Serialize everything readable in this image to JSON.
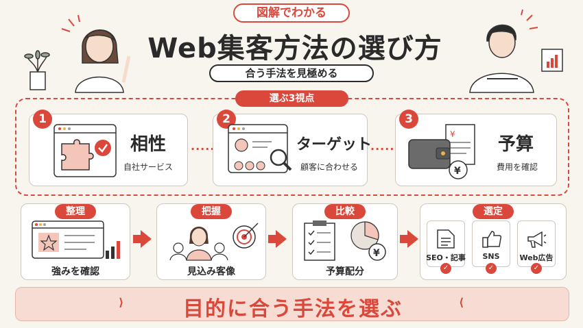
{
  "header": {
    "badge": "図解でわかる",
    "title": "Web集客方法の選び方",
    "subtitle": "合う手法を見極める",
    "viewpoints_label": "選ぶ3視点"
  },
  "viewpoints": [
    {
      "num": "1",
      "title": "相性",
      "sub": "自社サービス"
    },
    {
      "num": "2",
      "title": "ターゲット",
      "sub": "顧客に合わせる"
    },
    {
      "num": "3",
      "title": "予算",
      "sub": "費用を確認"
    }
  ],
  "steps": [
    {
      "label": "整理",
      "caption": "強みを確認"
    },
    {
      "label": "把握",
      "caption": "見込み客像"
    },
    {
      "label": "比較",
      "caption": "予算配分"
    },
    {
      "label": "選定",
      "caption": ""
    }
  ],
  "channels": [
    {
      "label": "SEO・記事"
    },
    {
      "label": "SNS"
    },
    {
      "label": "Web広告"
    }
  ],
  "yen_symbol": "¥",
  "conclusion": "目的に合う手法を選ぶ",
  "colors": {
    "accent": "#d9483b",
    "background": "#f8f4ee"
  }
}
